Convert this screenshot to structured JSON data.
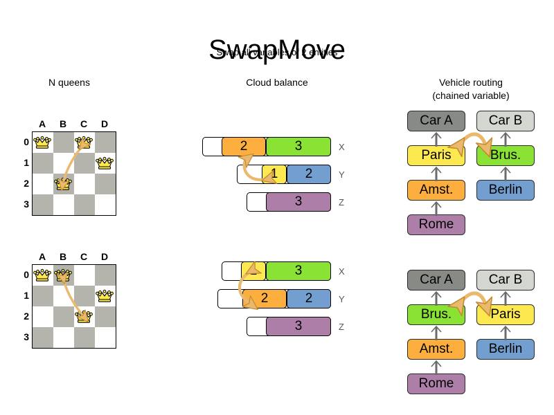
{
  "header": {
    "title": "SwapMove",
    "subtitle": "Swap all variables of 2 entities"
  },
  "sections": {
    "nqueens": {
      "heading": "N queens"
    },
    "cloud": {
      "heading": "Cloud balance"
    },
    "routing": {
      "heading_line1": "Vehicle routing",
      "heading_line2": "(chained variable)"
    }
  },
  "colors": {
    "queen": "#fce94f",
    "arrow": "#e9b96e",
    "board_dark": "#b4b4ac",
    "board_light": "#ffffff",
    "orange": "#fcaf3e",
    "green": "#8ae234",
    "yellow": "#fce94f",
    "blue": "#729fcf",
    "purple": "#ad7fa8",
    "gray_dark": "#888a85",
    "gray_light": "#d3d7cf"
  },
  "nqueens": {
    "files": [
      "A",
      "B",
      "C",
      "D"
    ],
    "ranks": [
      "0",
      "1",
      "2",
      "3"
    ],
    "before": {
      "queens": [
        {
          "file": "A",
          "rank": "0"
        },
        {
          "file": "C",
          "rank": "0"
        },
        {
          "file": "D",
          "rank": "1"
        },
        {
          "file": "B",
          "rank": "2"
        }
      ],
      "swap_from": {
        "file": "C",
        "rank": "0"
      },
      "swap_to": {
        "file": "B",
        "rank": "2"
      }
    },
    "after": {
      "queens": [
        {
          "file": "A",
          "rank": "0"
        },
        {
          "file": "B",
          "rank": "0"
        },
        {
          "file": "D",
          "rank": "1"
        },
        {
          "file": "C",
          "rank": "2"
        }
      ],
      "swap_from": {
        "file": "B",
        "rank": "0"
      },
      "swap_to": {
        "file": "C",
        "rank": "2"
      }
    }
  },
  "cloud": {
    "before": {
      "rows": [
        {
          "label": "X",
          "segments": [
            {
              "value": "2",
              "color": "#fcaf3e",
              "width": 64
            },
            {
              "value": "3",
              "color": "#8ae234",
              "width": 94
            }
          ]
        },
        {
          "label": "Y",
          "segments": [
            {
              "value": "1",
              "color": "#fce94f",
              "width": 36
            },
            {
              "value": "2",
              "color": "#729fcf",
              "width": 64
            }
          ]
        },
        {
          "label": "Z",
          "segments": [
            {
              "value": "3",
              "color": "#ad7fa8",
              "width": 94
            }
          ]
        }
      ]
    },
    "after": {
      "rows": [
        {
          "label": "X",
          "segments": [
            {
              "value": "1",
              "color": "#fce94f",
              "width": 36
            },
            {
              "value": "3",
              "color": "#8ae234",
              "width": 94
            }
          ]
        },
        {
          "label": "Y",
          "segments": [
            {
              "value": "2",
              "color": "#fcaf3e",
              "width": 64
            },
            {
              "value": "2",
              "color": "#729fcf",
              "width": 64
            }
          ]
        },
        {
          "label": "Z",
          "segments": [
            {
              "value": "3",
              "color": "#ad7fa8",
              "width": 94
            }
          ]
        }
      ]
    }
  },
  "routing": {
    "before": {
      "chain_a": [
        "Car A",
        "Paris",
        "Amst.",
        "Rome"
      ],
      "chain_b": [
        "Car B",
        "Brus.",
        "Berlin"
      ],
      "swap_labels": [
        "Paris",
        "Brus."
      ]
    },
    "after": {
      "chain_a": [
        "Car A",
        "Brus.",
        "Amst.",
        "Rome"
      ],
      "chain_b": [
        "Car B",
        "Paris",
        "Berlin"
      ],
      "swap_labels": [
        "Brus.",
        "Paris"
      ]
    },
    "box_colors": {
      "Car A": "#888a85",
      "Car B": "#d3d7cf",
      "Paris": "#fce94f",
      "Brus.": "#8ae234",
      "Amst.": "#fcaf3e",
      "Berlin": "#729fcf",
      "Rome": "#ad7fa8"
    }
  }
}
